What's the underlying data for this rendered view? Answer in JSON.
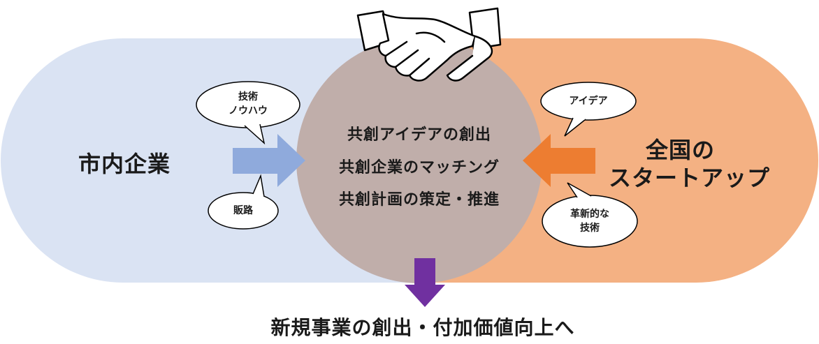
{
  "colors": {
    "left_band": "#dae3f3",
    "right_band": "#f4b183",
    "center_circle": "#c0aeaa",
    "left_arrow": "#8faadc",
    "right_arrow": "#ed7d31",
    "down_arrow": "#7030a0"
  },
  "left_entity": {
    "label": "市内企業"
  },
  "right_entity": {
    "line1": "全国の",
    "line2": "スタートアップ"
  },
  "center": {
    "lines": [
      "共創アイデアの創出",
      "共創企業のマッチング",
      "共創計画の策定・推進"
    ]
  },
  "bubbles": {
    "left_top": {
      "line1": "技術",
      "line2": "ノウハウ"
    },
    "left_bottom": {
      "line1": "販路"
    },
    "right_top": {
      "line1": "アイデア"
    },
    "right_bottom": {
      "line1": "革新的な",
      "line2": "技術"
    }
  },
  "outcome": {
    "label": "新規事業の創出・付加価値向上へ"
  },
  "icons": {
    "top": "handshake-icon"
  }
}
